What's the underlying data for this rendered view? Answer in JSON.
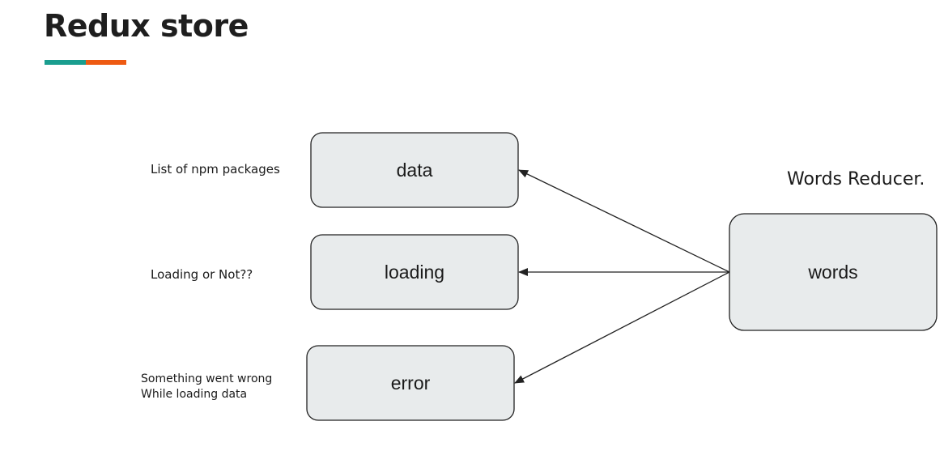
{
  "title": "Redux store",
  "colors": {
    "accent_left": "#1a9e8f",
    "accent_right": "#ee5a12",
    "box_fill": "#e8ebec",
    "box_stroke": "#222222",
    "arrow": "#222222"
  },
  "reducer": {
    "label": "Words Reducer.",
    "node": "words"
  },
  "state_fields": [
    {
      "name": "data",
      "description": [
        "List of npm packages"
      ]
    },
    {
      "name": "loading",
      "description": [
        "Loading or Not??"
      ]
    },
    {
      "name": "error",
      "description": [
        "Something went wrong",
        "While loading data"
      ]
    }
  ]
}
